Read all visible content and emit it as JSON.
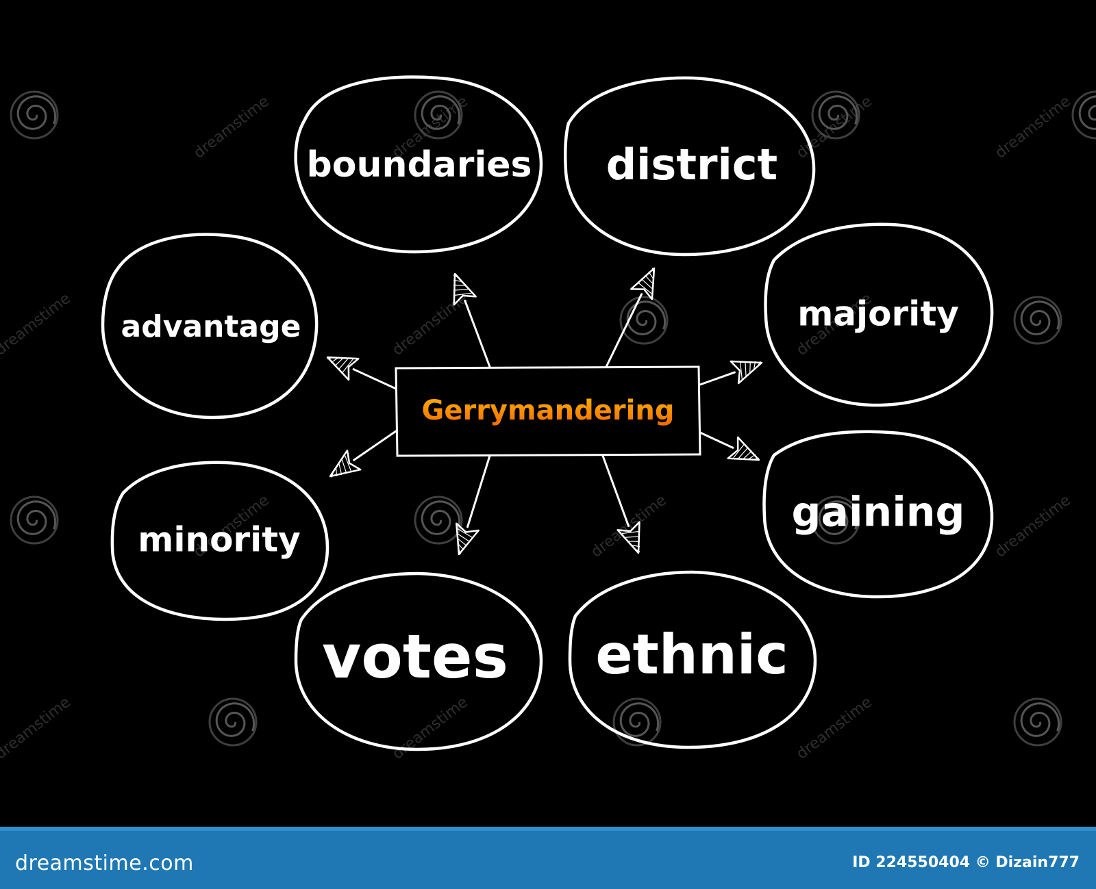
{
  "central_topic": {
    "label": "Gerrymandering",
    "color_top": "#ffb300",
    "color_bottom": "#f26a00"
  },
  "nodes": [
    {
      "id": "boundaries",
      "label": "boundaries"
    },
    {
      "id": "district",
      "label": "district"
    },
    {
      "id": "advantage",
      "label": "advantage"
    },
    {
      "id": "majority",
      "label": "majority"
    },
    {
      "id": "minority",
      "label": "minority"
    },
    {
      "id": "gaining",
      "label": "gaining"
    },
    {
      "id": "votes",
      "label": "votes"
    },
    {
      "id": "ethnic",
      "label": "ethnic"
    }
  ],
  "watermark": {
    "text": "dreamstime",
    "icon": "spiral-logo-icon"
  },
  "footer": {
    "site": "dreamstime.com",
    "image_id": "ID 224550404",
    "author": "© Dizain777",
    "background": "#1f78b4"
  }
}
